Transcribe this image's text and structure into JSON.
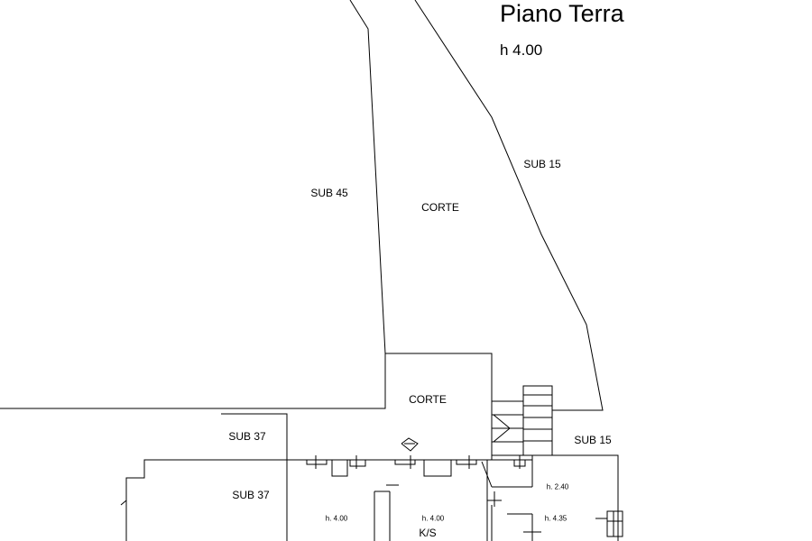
{
  "title": "Piano Terra",
  "floor_height": "h 4.00",
  "rooms": {
    "sub45": "SUB 45",
    "corte_upper": "CORTE",
    "sub15_upper": "SUB 15",
    "corte_lower": "CORTE",
    "sub37_upper": "SUB 37",
    "sub15_lower": "SUB 15",
    "sub37_lower": "SUB 37"
  },
  "room_heights": {
    "left": "h. 4.00",
    "center": "h. 4.00",
    "right_top": "h. 2.40",
    "right_bottom": "h. 4.35"
  },
  "ks_label": "K/S"
}
